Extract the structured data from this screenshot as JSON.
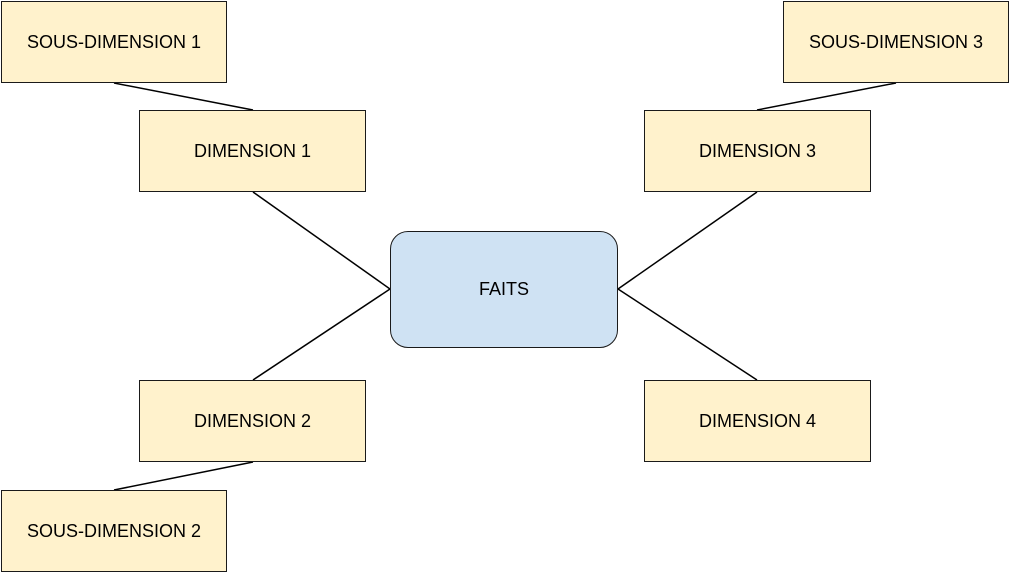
{
  "diagram": {
    "nodes": {
      "sous_dimension_1": "SOUS-DIMENSION 1",
      "sous_dimension_2": "SOUS-DIMENSION 2",
      "sous_dimension_3": "SOUS-DIMENSION 3",
      "dimension_1": "DIMENSION 1",
      "dimension_2": "DIMENSION 2",
      "dimension_3": "DIMENSION 3",
      "dimension_4": "DIMENSION 4",
      "faits": "FAITS"
    },
    "edges": [
      {
        "from": "faits",
        "to": "dimension_1"
      },
      {
        "from": "faits",
        "to": "dimension_2"
      },
      {
        "from": "faits",
        "to": "dimension_3"
      },
      {
        "from": "faits",
        "to": "dimension_4"
      },
      {
        "from": "dimension_1",
        "to": "sous_dimension_1"
      },
      {
        "from": "dimension_2",
        "to": "sous_dimension_2"
      },
      {
        "from": "dimension_3",
        "to": "sous_dimension_3"
      }
    ],
    "colors": {
      "dimension_fill": "#fff2cc",
      "fact_fill": "#cfe2f3",
      "border": "#1a1a1a",
      "edge": "#000000"
    }
  }
}
